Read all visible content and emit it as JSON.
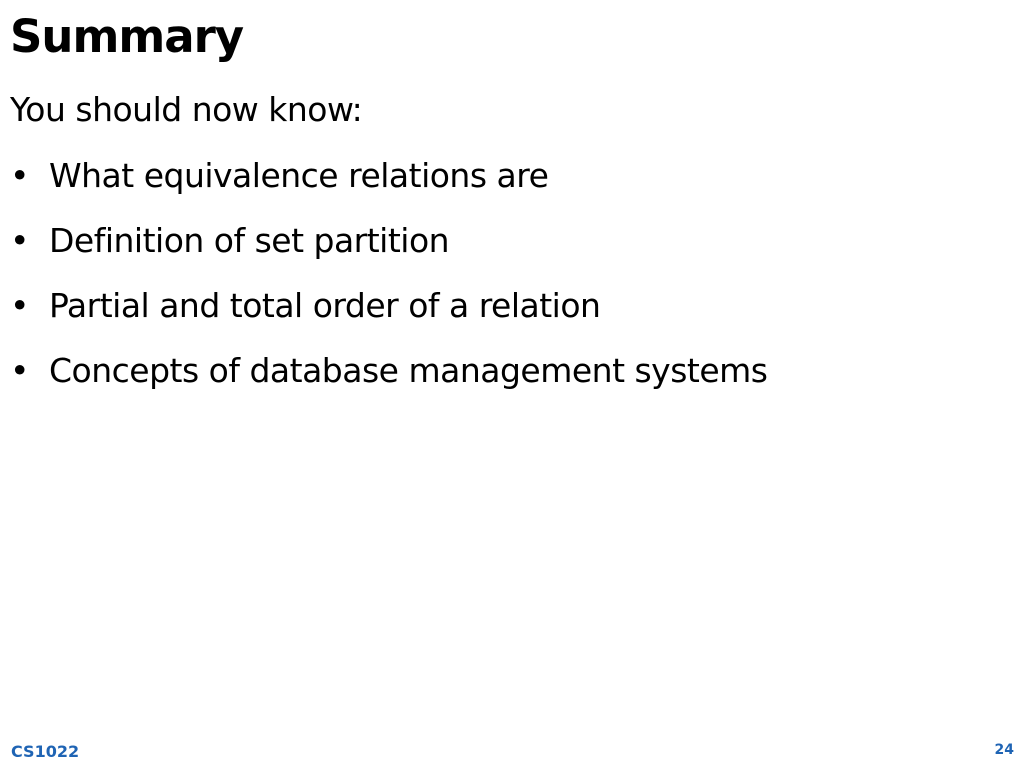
{
  "slide": {
    "title": "Summary",
    "intro": "You should now know:",
    "bullet_glyph": "•",
    "bullets": [
      "What equivalence relations are",
      "Definition of set partition",
      "Partial and total order of a relation",
      "Concepts of database management systems"
    ]
  },
  "footer": {
    "course_code": "CS1022",
    "page_number": "24"
  },
  "colors": {
    "background": "#ffffff",
    "text": "#000000",
    "footer_accent": "#1f64b4"
  }
}
